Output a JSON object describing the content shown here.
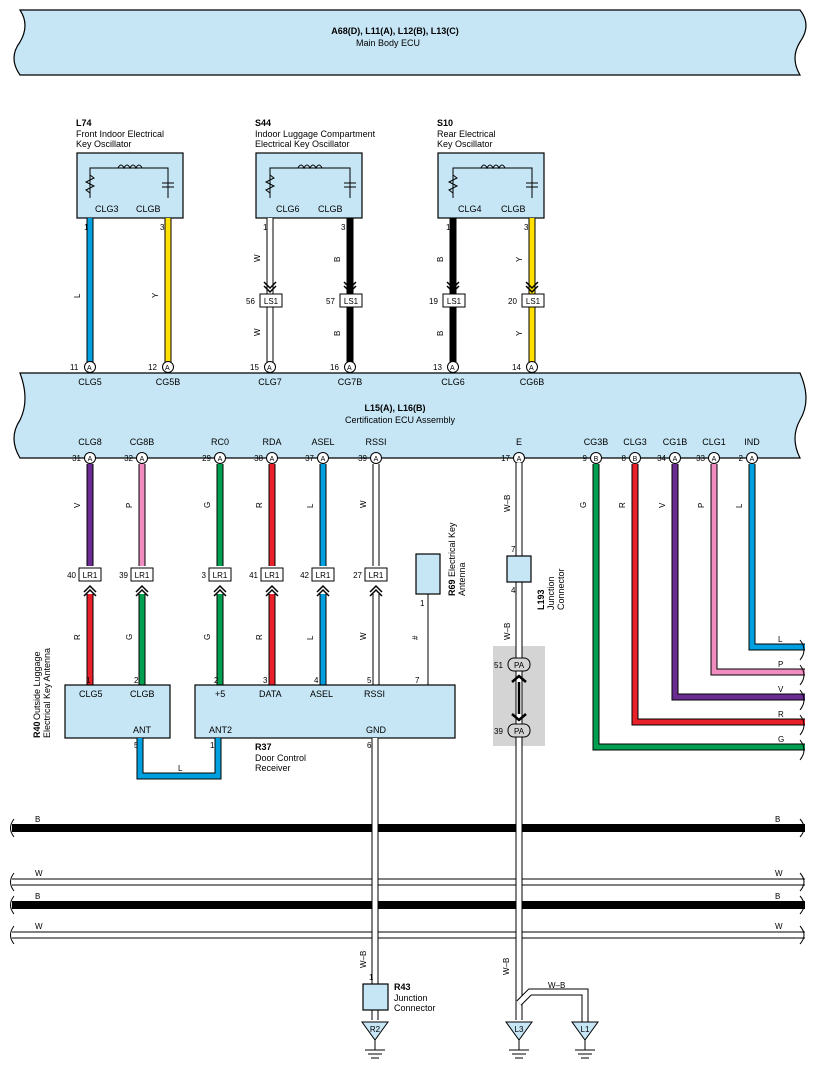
{
  "main_body_ecu": {
    "codes": "A68(D), L11(A), L12(B), L13(C)",
    "name": "Main Body ECU"
  },
  "cert_ecu": {
    "codes": "L15(A), L16(B)",
    "name": "Certification ECU Assembly"
  },
  "oscillators": [
    {
      "code": "L74",
      "name1": "Front Indoor Electrical",
      "name2": "Key Oscillator",
      "pin_a_label": "CLG3",
      "pin_b_label": "CLGB",
      "pin_a": "1",
      "pin_b": "3",
      "wire_a": "L",
      "wire_b": "Y",
      "color_a": "#00a0e0",
      "color_b": "#ffe000",
      "ecu_pin_a": "11",
      "ecu_pin_b": "12",
      "ecu_label_a": "CLG5",
      "ecu_label_b": "CG5B"
    },
    {
      "code": "S44",
      "name1": "Indoor Luggage Compartment",
      "name2": "Electrical Key Oscillator",
      "pin_a_label": "CLG6",
      "pin_b_label": "CLGB",
      "pin_a": "1",
      "pin_b": "3",
      "wire_a": "W",
      "wire_b": "B",
      "color_a": "#ffffff",
      "color_b": "#111111",
      "conn_pin_a": "56",
      "conn_pin_b": "57",
      "conn": "LS1",
      "ecu_pin_a": "15",
      "ecu_pin_b": "16",
      "ecu_label_a": "CLG7",
      "ecu_label_b": "CG7B"
    },
    {
      "code": "S10",
      "name1": "Rear Electrical",
      "name2": "Key Oscillator",
      "pin_a_label": "CLG4",
      "pin_b_label": "CLGB",
      "pin_a": "1",
      "pin_b": "3",
      "wire_a": "B",
      "wire_b": "Y",
      "color_a": "#111111",
      "color_b": "#ffe000",
      "conn_pin_a": "19",
      "conn_pin_b": "20",
      "conn": "LS1",
      "ecu_pin_a": "13",
      "ecu_pin_b": "14",
      "ecu_label_a": "CLG6",
      "ecu_label_b": "CG6B"
    }
  ],
  "ecu_bottom_pins": [
    {
      "label": "CLG8",
      "pin": "31",
      "conn": "A",
      "wire": "V",
      "color": "#6a2c91"
    },
    {
      "label": "CG8B",
      "pin": "32",
      "conn": "A",
      "wire": "P",
      "color": "#f08cc0"
    },
    {
      "label": "RC0",
      "pin": "29",
      "conn": "A",
      "wire": "G",
      "color": "#00a050"
    },
    {
      "label": "RDA",
      "pin": "38",
      "conn": "A",
      "wire": "R",
      "color": "#e8202a"
    },
    {
      "label": "ASEL",
      "pin": "37",
      "conn": "A",
      "wire": "L",
      "color": "#00a0e0"
    },
    {
      "label": "RSSI",
      "pin": "39",
      "conn": "A",
      "wire": "W",
      "color": "#ffffff"
    },
    {
      "label": "E",
      "pin": "17",
      "conn": "A",
      "wire": "W–B",
      "color": "#ffffff"
    },
    {
      "label": "CG3B",
      "pin": "9",
      "conn": "B",
      "wire": "G",
      "color": "#00a050"
    },
    {
      "label": "CLG3",
      "pin": "8",
      "conn": "B",
      "wire": "R",
      "color": "#e8202a"
    },
    {
      "label": "CG1B",
      "pin": "34",
      "conn": "A",
      "wire": "V",
      "color": "#6a2c91"
    },
    {
      "label": "CLG1",
      "pin": "33",
      "conn": "A",
      "wire": "P",
      "color": "#f08cc0"
    },
    {
      "label": "IND",
      "pin": "2",
      "conn": "A",
      "wire": "L",
      "color": "#00a0e0"
    }
  ],
  "lr1_connectors": [
    {
      "pin": "40",
      "name": "LR1",
      "wire_below": "R",
      "color_below": "#e8202a"
    },
    {
      "pin": "39",
      "name": "LR1",
      "wire_below": "G",
      "color_below": "#00a050"
    },
    {
      "pin": "3",
      "name": "LR1",
      "wire_below": "G",
      "color_below": "#00a050"
    },
    {
      "pin": "41",
      "name": "LR1",
      "wire_below": "R",
      "color_below": "#e8202a"
    },
    {
      "pin": "42",
      "name": "LR1",
      "wire_below": "L",
      "color_below": "#00a0e0"
    },
    {
      "pin": "27",
      "name": "LR1",
      "wire_below": "W",
      "color_below": "#ffffff"
    }
  ],
  "r40": {
    "code": "R40",
    "name1": "Outside Luggage",
    "name2": "Electrical Key Antenna",
    "pins": [
      "1",
      "2"
    ],
    "pin_labels": [
      "CLG5",
      "CLGB"
    ],
    "ant_label": "ANT",
    "ant_pin": "5"
  },
  "r37": {
    "code": "R37",
    "name1": "Door Control",
    "name2": "Receiver",
    "pins": [
      "2",
      "3",
      "4",
      "5",
      "7"
    ],
    "pin_labels": [
      "+5",
      "DATA",
      "ASEL",
      "RSSI"
    ],
    "ant2_label": "ANT2",
    "ant2_pin": "1",
    "gnd_label": "GND",
    "gnd_pin": "6",
    "link_wire": "L"
  },
  "r69": {
    "code": "R69",
    "name1": "Electrical Key",
    "name2": "Antenna",
    "pin": "1",
    "wire": "#"
  },
  "l193": {
    "code": "L193",
    "name1": "Junction",
    "name2": "Connector",
    "pin_top": "7",
    "pin_bottom": "4",
    "wire": "W–B"
  },
  "pa": {
    "name": "PA",
    "pin_top": "51",
    "pin_bottom": "39"
  },
  "r43": {
    "code": "R43",
    "name1": "Junction",
    "name2": "Connector",
    "pin": "1",
    "wire": "W–B"
  },
  "right_wires": [
    "L",
    "P",
    "V",
    "R",
    "G"
  ],
  "bus_wires": [
    "B",
    "W",
    "B",
    "W"
  ],
  "grounds": [
    "R2",
    "L3",
    "L1"
  ],
  "ground_wire": "W–B"
}
